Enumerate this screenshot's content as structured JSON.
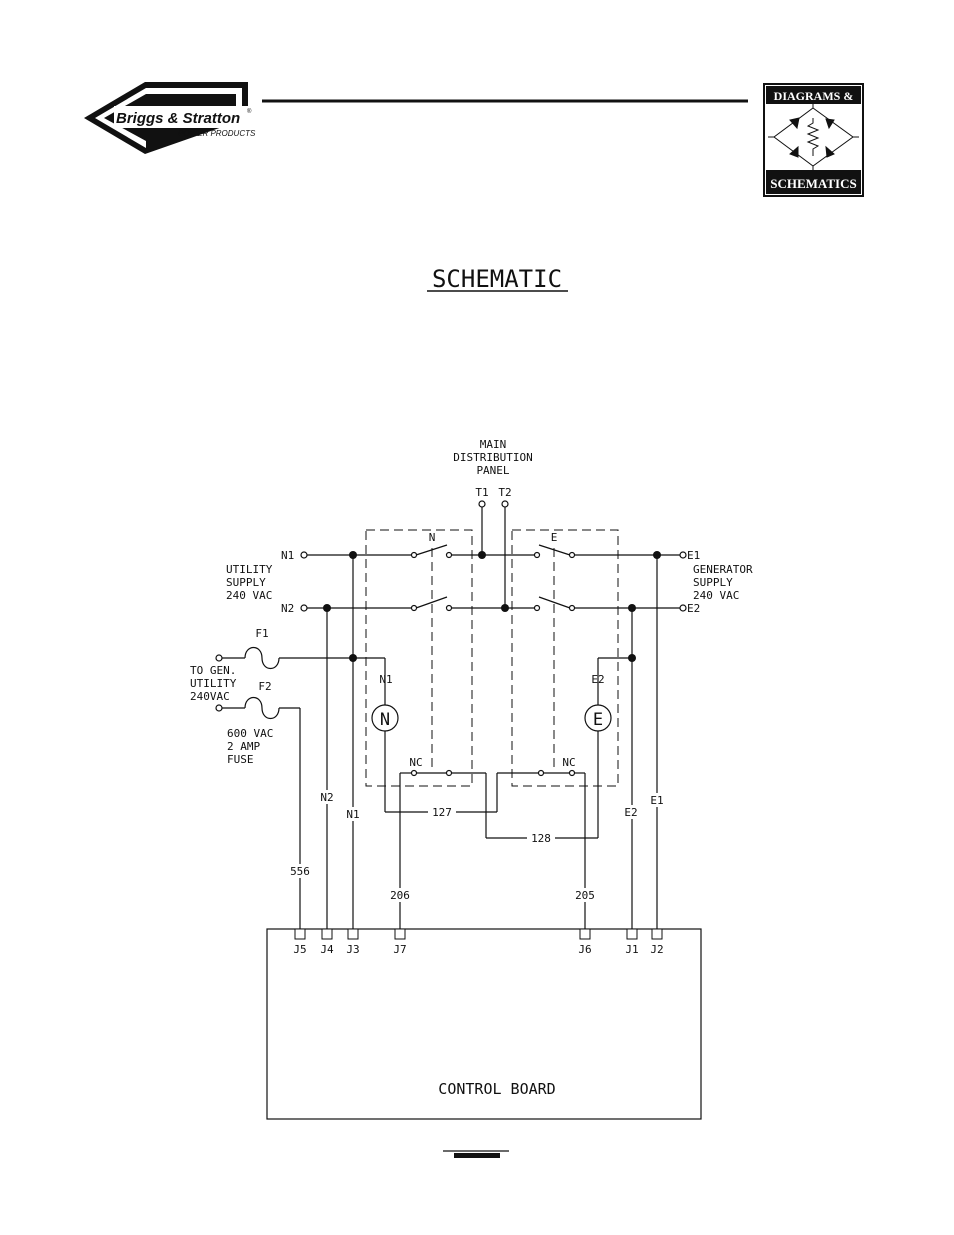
{
  "header": {
    "logo": {
      "brand": "Briggs & Stratton",
      "subtitle": "POWER PRODUCTS",
      "trademark": "®"
    },
    "badge": {
      "top": "DIAGRAMS &",
      "bottom": "SCHEMATICS"
    }
  },
  "title": "SCHEMATIC",
  "panel": {
    "line1": "MAIN",
    "line2": "DISTRIBUTION",
    "line3": "PANEL",
    "t1": "T1",
    "t2": "T2"
  },
  "utility": {
    "n1": "N1",
    "n2": "N2",
    "line1": "UTILITY",
    "line2": "SUPPLY",
    "line3": "240 VAC"
  },
  "generator": {
    "e1": "E1",
    "e2": "E2",
    "line1": "GENERATOR",
    "line2": "SUPPLY",
    "line3": "240 VAC"
  },
  "switches": {
    "n": "N",
    "e": "E",
    "nc_left": "NC",
    "nc_right": "NC"
  },
  "coils": {
    "n": "N",
    "e": "E",
    "n1_label": "N1",
    "e2_label": "E2"
  },
  "fuses": {
    "f1": "F1",
    "f2": "F2",
    "to_gen1": "TO GEN.",
    "to_gen2": "UTILITY",
    "to_gen3": "240VAC",
    "spec1": "600 VAC",
    "spec2": "2 AMP",
    "spec3": "FUSE"
  },
  "wires": {
    "w127": "127",
    "w128": "128",
    "w206": "206",
    "w205": "205",
    "w556": "556",
    "n2": "N2",
    "n1": "N1",
    "e2": "E2",
    "e1": "E1"
  },
  "connectors": {
    "j5": "J5",
    "j4": "J4",
    "j3": "J3",
    "j7": "J7",
    "j6": "J6",
    "j1": "J1",
    "j2": "J2"
  },
  "board": {
    "label": "CONTROL BOARD"
  }
}
